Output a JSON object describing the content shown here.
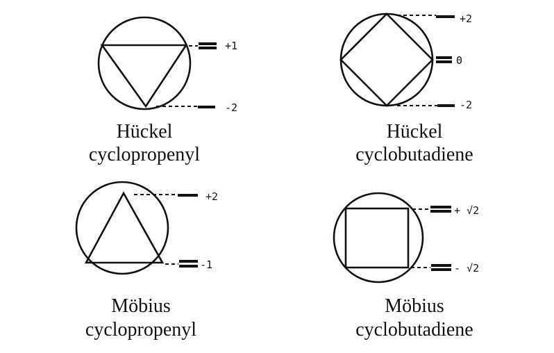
{
  "panels": [
    {
      "name": "huckel-cyclopropenyl",
      "line1": "Hückel",
      "line2": "cyclopropenyl",
      "levels": [
        "+1",
        "-2"
      ]
    },
    {
      "name": "huckel-cyclobutadiene",
      "line1": "Hückel",
      "line2": "cyclobutadiene",
      "levels": [
        "+2",
        "0",
        "-2"
      ]
    },
    {
      "name": "mobius-cyclopropenyl",
      "line1": "Möbius",
      "line2": "cyclopropenyl",
      "levels": [
        "+2",
        "-1"
      ]
    },
    {
      "name": "mobius-cyclobutadiene",
      "line1": "Möbius",
      "line2": "cyclobutadiene",
      "levels": [
        "+ √2",
        "- √2"
      ]
    }
  ]
}
